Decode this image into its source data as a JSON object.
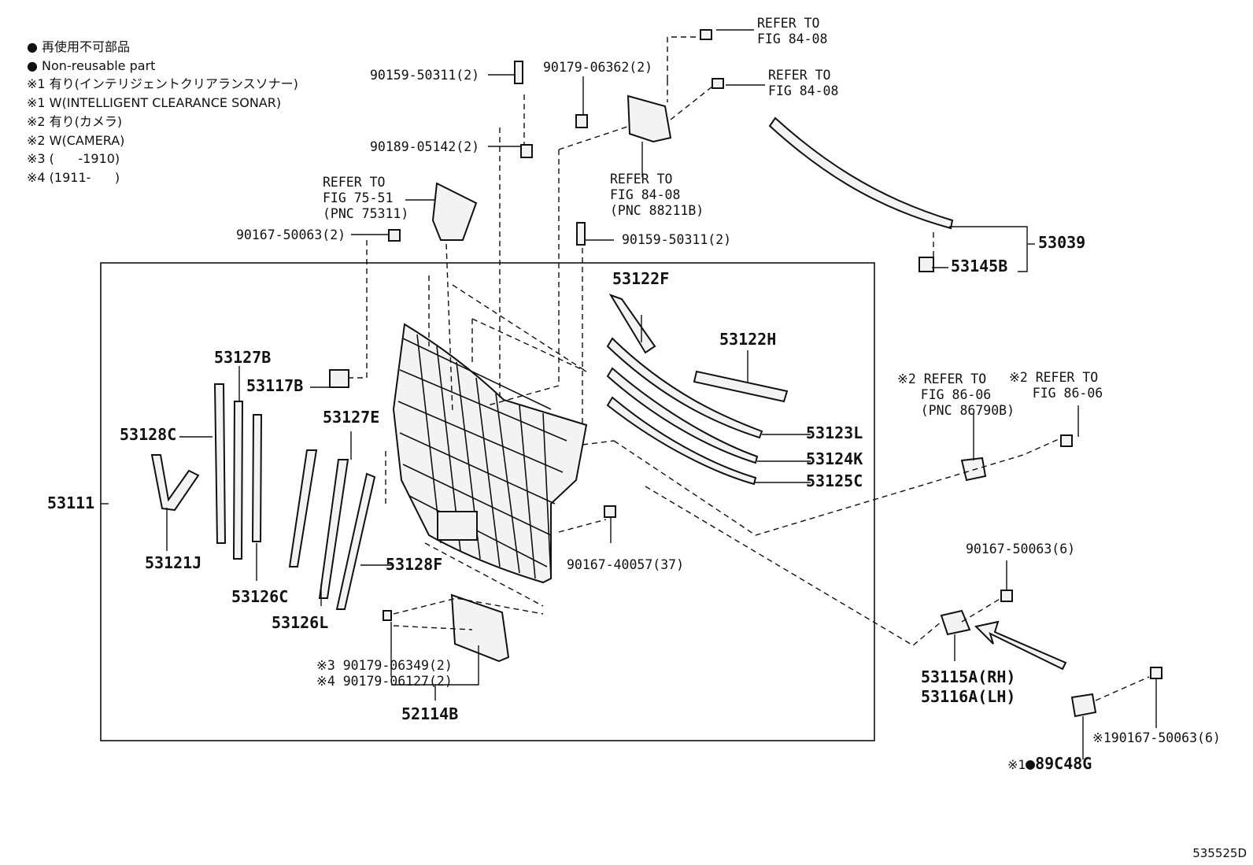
{
  "legend": {
    "line1": "再使用不可部品",
    "line2": "Non-reusable part",
    "line3": "※1 有り(インテリジェントクリアランスソナー)",
    "line4": "※1 W(INTELLIGENT CLEARANCE SONAR)",
    "line5": "※2 有り(カメラ)",
    "line6": "※2 W(CAMERA)",
    "line7": "※3 (      -1910)",
    "line8": "※4 (1911-      )"
  },
  "labels": {
    "p90159_top": "90159-50311(2)",
    "p90179_06362": "90179-06362(2)",
    "p90189": "90189-05142(2)",
    "ref_fig7551": "REFER TO\nFIG 75-51\n(PNC 75311)",
    "p90167_50063_2": "90167-50063(2)",
    "ref_fig8408_a": "REFER TO\nFIG 84-08",
    "ref_fig8408_b": "REFER TO\nFIG 84-08",
    "ref_fig8408_c": "REFER TO\nFIG 84-08\n(PNC 88211B)",
    "p90159_mid": "90159-50311(2)",
    "p53039": "53039",
    "p53145B": "53145B",
    "p53122F": "53122F",
    "p53122H": "53122H",
    "p53127B": "53127B",
    "p53117B": "53117B",
    "p53127E": "53127E",
    "p53128C": "53128C",
    "p53111": "53111",
    "p53121J": "53121J",
    "p53126C": "53126C",
    "p53126L": "53126L",
    "p53128F": "53128F",
    "p53123L": "53123L",
    "p53124K": "53124K",
    "p53125C": "53125C",
    "ref_fig8606_a": "※2 REFER TO\n   FIG 86-06\n   (PNC 86790B)",
    "ref_fig8606_b": "※2 REFER TO\n   FIG 86-06",
    "p90167_40057": "90167-40057(37)",
    "p90167_50063_6": "90167-50063(6)",
    "p53115A": "53115A(RH)\n53116A(LH)",
    "p90179_06349": "※3 90179-06349(2)",
    "p90179_06127": "※4 90179-06127(2)",
    "p52114B": "52114B",
    "p190167": "※190167-50063(6)",
    "p89C48G_prefix": "※1",
    "p89C48G": "89C48G",
    "illustration_id": "535525D"
  }
}
